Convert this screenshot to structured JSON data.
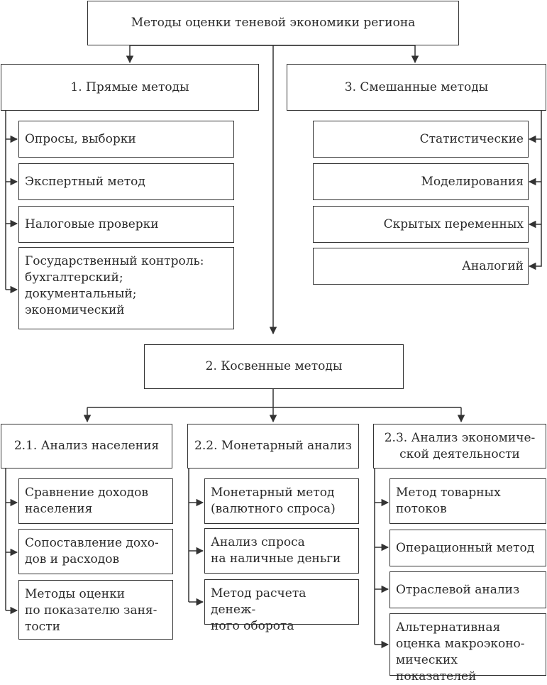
{
  "root": "Методы оценки теневой экономики региона",
  "direct": {
    "title": "1. Прямые методы",
    "items": [
      "Опросы, выборки",
      "Экспертный метод",
      "Налоговые проверки",
      "Государственный контроль:\nбухгалтерский;\nдокументальный;\nэкономический"
    ]
  },
  "mixed": {
    "title": "3. Смешанные методы",
    "items": [
      "Статистические",
      "Моделирования",
      "Скрытых переменных",
      "Аналогий"
    ]
  },
  "indirect": {
    "title": "2. Косвенные методы",
    "population": {
      "title": "2.1. Анализ населения",
      "items": [
        "Сравнение доходов\nнаселения",
        "Сопоставление дохо-\nдов и расходов",
        "Методы оценки\nпо показателю заня-\nтости"
      ]
    },
    "monetary": {
      "title": "2.2. Монетарный анализ",
      "items": [
        "Монетарный метод\n(валютного спроса)",
        "Анализ спроса\nна наличные деньги",
        "Метод расчета денеж-\nного оборота"
      ]
    },
    "economic": {
      "title": "2.3. Анализ экономиче-\nской деятельности",
      "items": [
        "Метод товарных\nпотоков",
        "Операционный метод",
        "Отраслевой анализ",
        "Альтернативная\nоценка макроэконо-\nмических показателей"
      ]
    }
  }
}
